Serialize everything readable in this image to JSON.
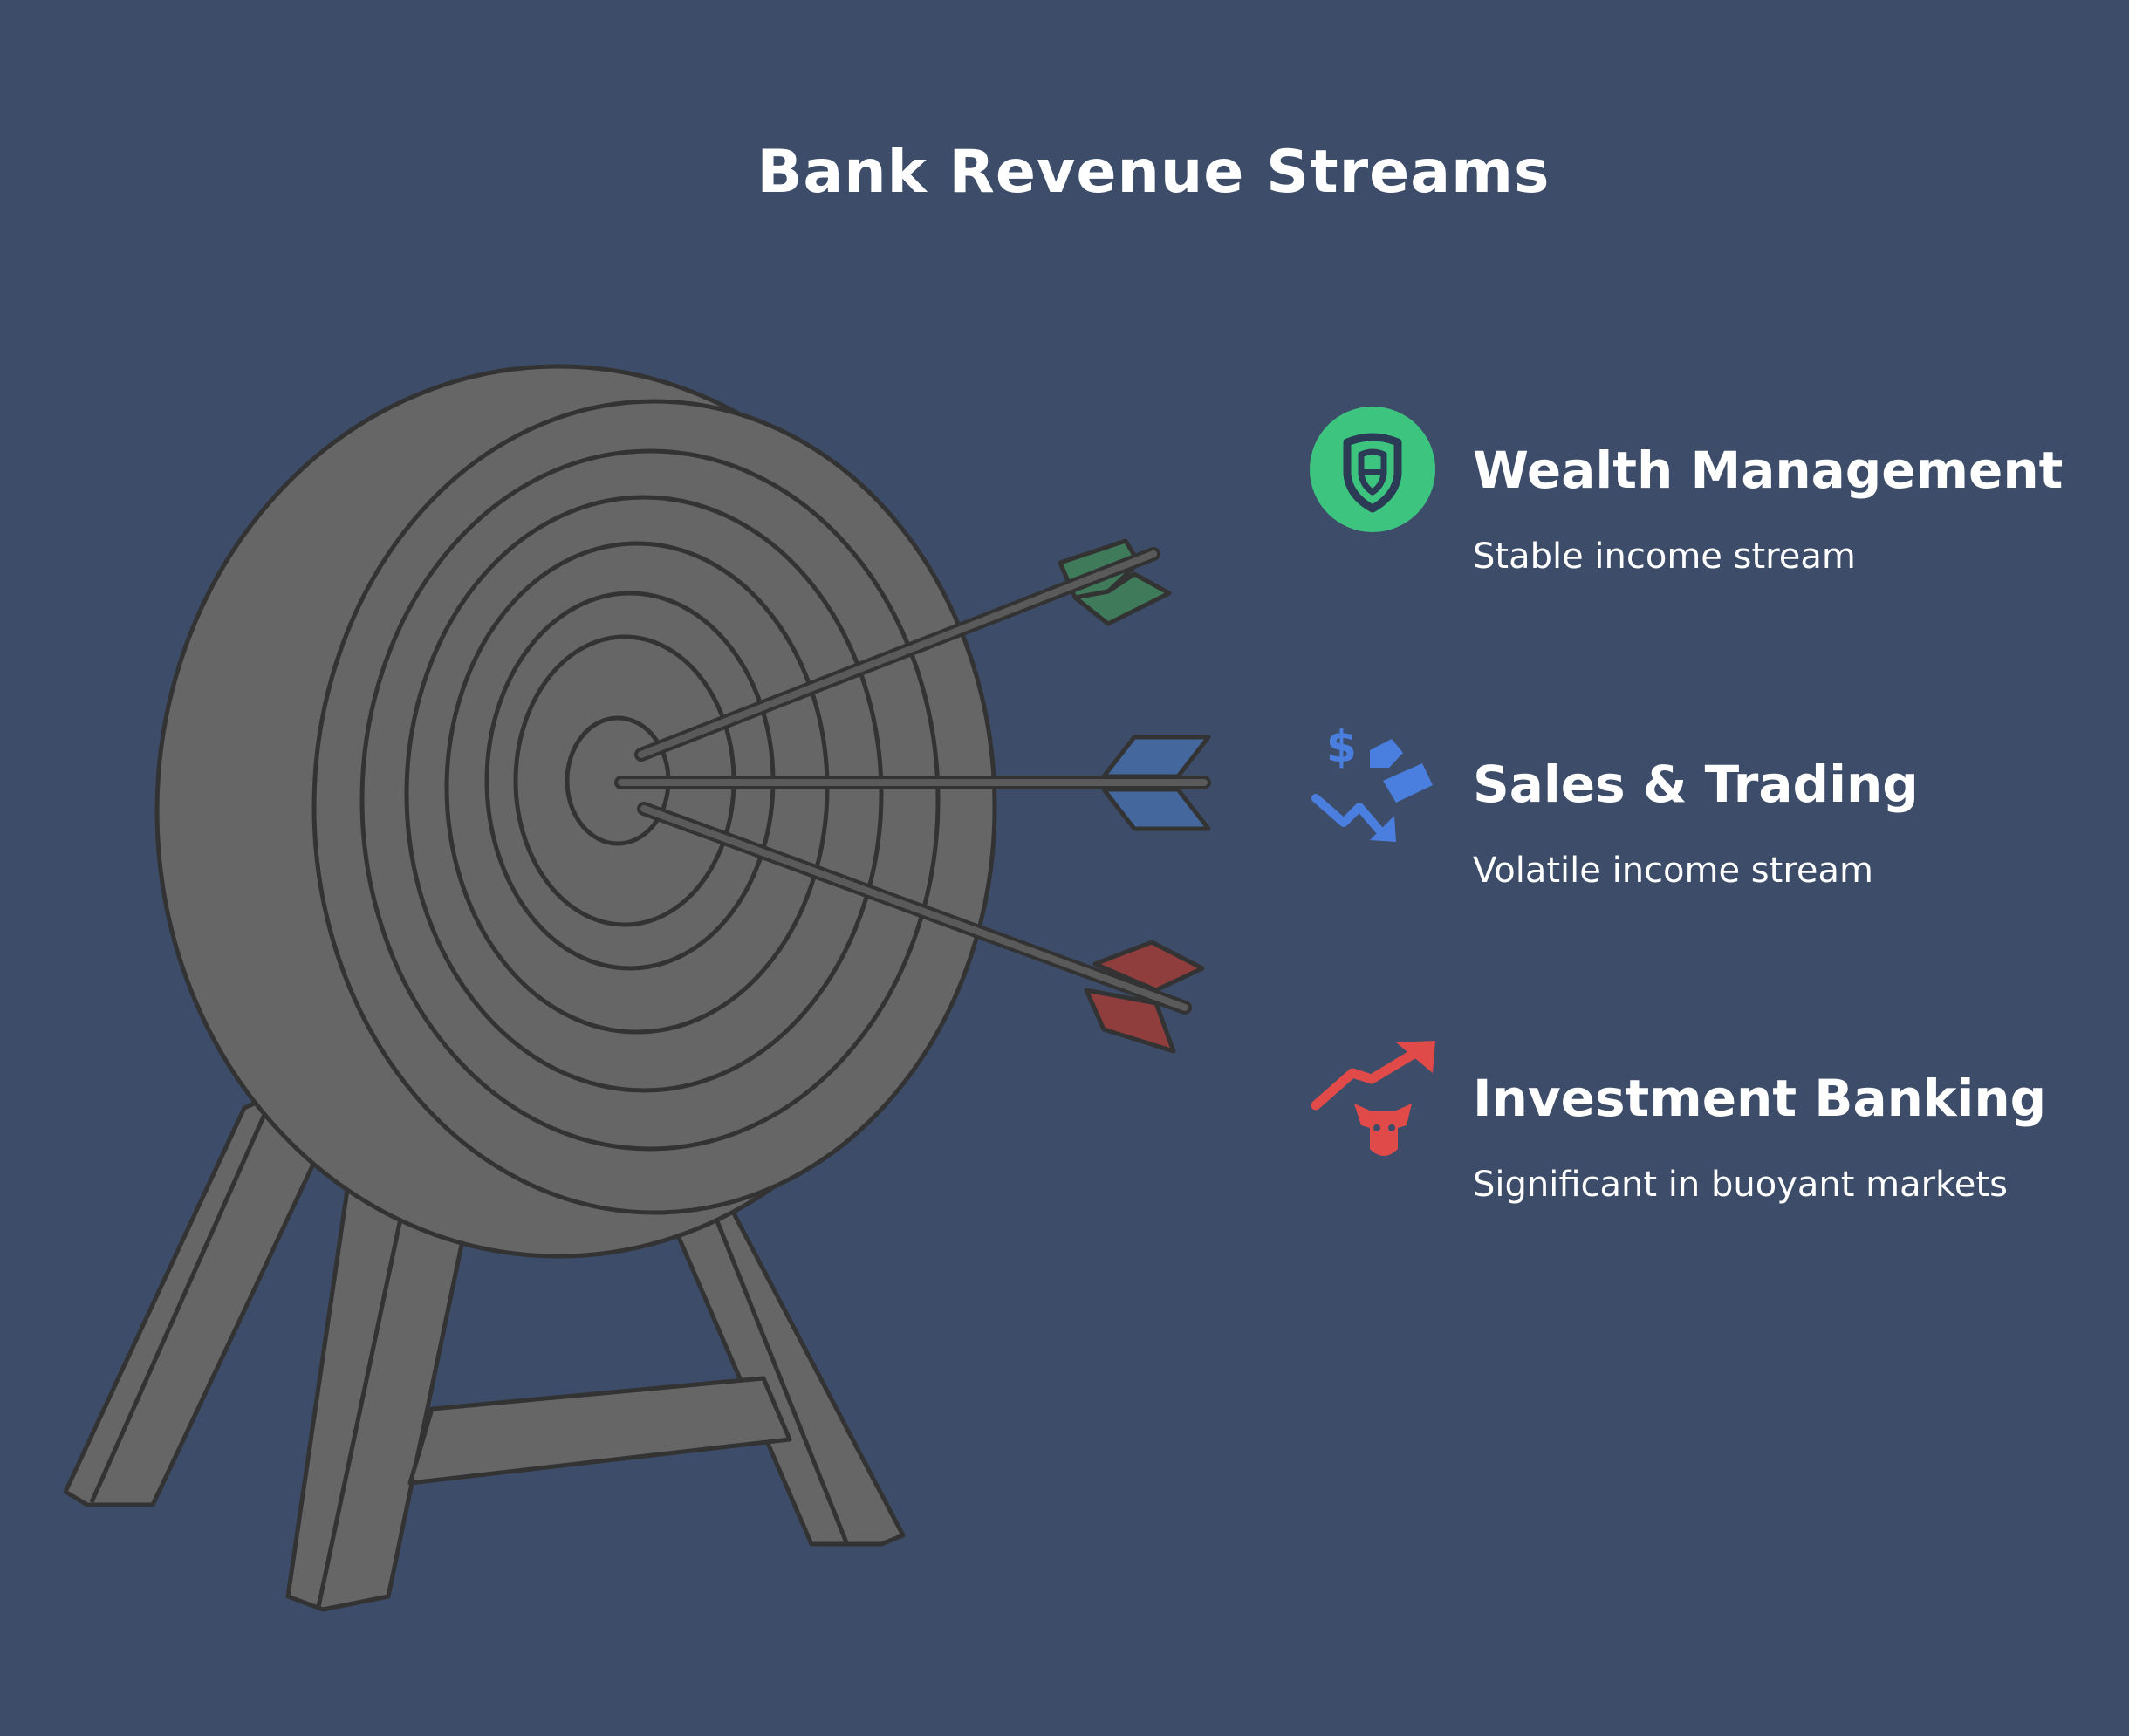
{
  "title": "Bank Revenue Streams",
  "colors": {
    "background": "#3d4d69",
    "target_fill": "#666666",
    "outline": "#333333",
    "wealth": "#3dc57f",
    "sales": "#4a7fe0",
    "investment": "#e04a48",
    "wealth_fletching": "#3f7a5a",
    "sales_fletching": "#44679d",
    "investment_fletching": "#903e3d"
  },
  "items": [
    {
      "label": "Wealth Management",
      "description": "Stable income stream",
      "icon": "shield-icon"
    },
    {
      "label": "Sales & Trading",
      "description": "Volatile income stream",
      "icon": "dollar-trend-down-icon"
    },
    {
      "label": "Investment Banking",
      "description": "Significant in buoyant markets",
      "icon": "bull-trend-up-icon"
    }
  ]
}
